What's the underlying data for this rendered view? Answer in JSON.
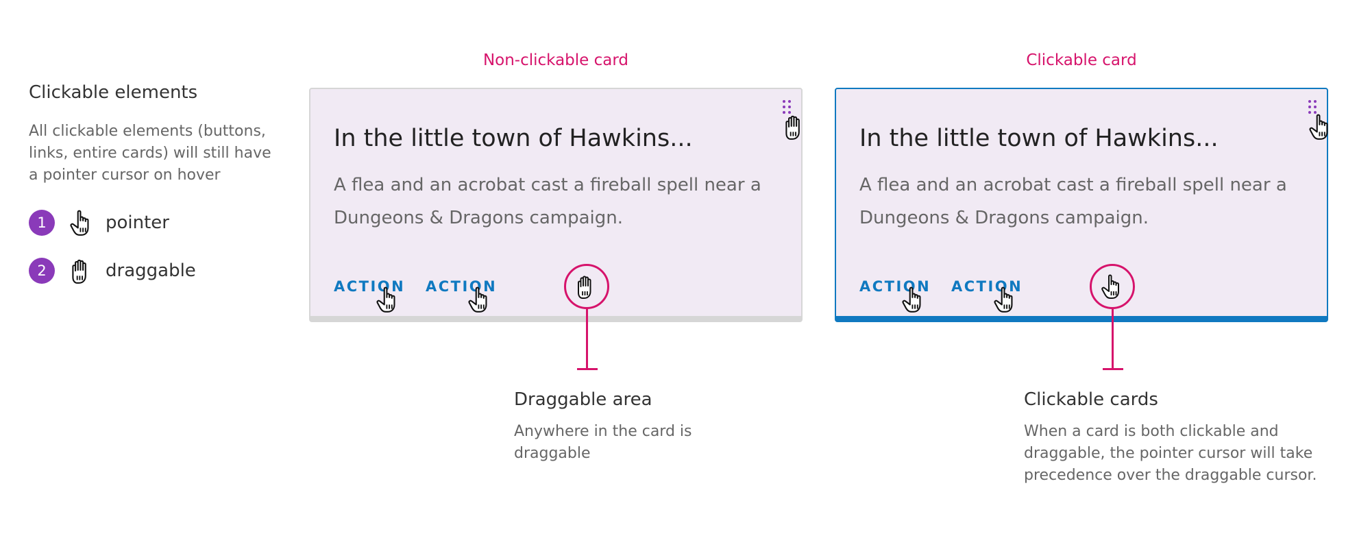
{
  "legend": {
    "title": "Clickable elements",
    "description": "All clickable elements (buttons, links, entire cards) will still have a pointer cursor on hover",
    "items": [
      {
        "number": "1",
        "icon": "pointer-hand-icon",
        "label": "pointer"
      },
      {
        "number": "2",
        "icon": "grab-hand-icon",
        "label": "draggable"
      }
    ],
    "badge_color": "#8a3ab9"
  },
  "cards": [
    {
      "label": "Non-clickable card",
      "title": "In the little town of Hawkins...",
      "body": "A flea and an acrobat cast a fireball spell near a Dungeons & Dragons campaign.",
      "actions": [
        "ACTION",
        "ACTION"
      ],
      "border_color": "#d6d6d6"
    },
    {
      "label": "Clickable card",
      "title": "In the little town of Hawkins...",
      "body": "A flea and an acrobat cast a fireball spell near a Dungeons & Dragons campaign.",
      "actions": [
        "ACTION",
        "ACTION"
      ],
      "border_color": "#1079c0"
    }
  ],
  "annotations": [
    {
      "title": "Draggable area",
      "text": "Anywhere in the card is draggable"
    },
    {
      "title": "Clickable cards",
      "text": "When a card is both clickable and draggable, the pointer cursor will take precedence over the draggable cursor."
    }
  ],
  "colors": {
    "accent": "#d6136b",
    "link": "#1079c0",
    "card_background": "#f1eaf4",
    "handle": "#8a3ab9"
  }
}
